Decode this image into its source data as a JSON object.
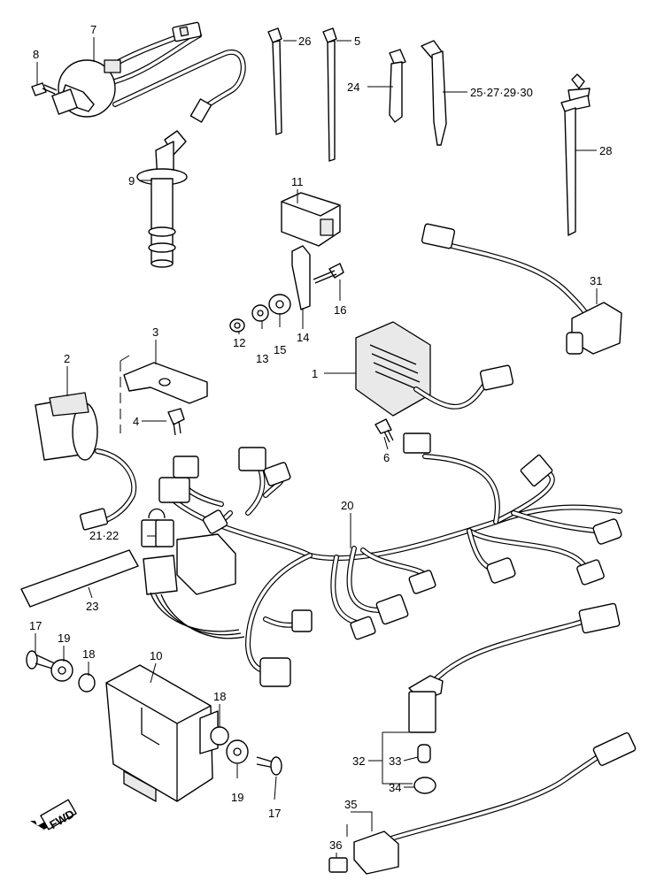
{
  "callouts": [
    {
      "id": "c8",
      "text": "8"
    },
    {
      "id": "c7",
      "text": "7"
    },
    {
      "id": "c26",
      "text": "26"
    },
    {
      "id": "c5",
      "text": "5"
    },
    {
      "id": "c24",
      "text": "24"
    },
    {
      "id": "c25",
      "text": "25·27·29·30"
    },
    {
      "id": "c28",
      "text": "28"
    },
    {
      "id": "c9",
      "text": "9"
    },
    {
      "id": "c11",
      "text": "11"
    },
    {
      "id": "c31",
      "text": "31"
    },
    {
      "id": "c16",
      "text": "16"
    },
    {
      "id": "c12",
      "text": "12"
    },
    {
      "id": "c13",
      "text": "13"
    },
    {
      "id": "c15",
      "text": "15"
    },
    {
      "id": "c14",
      "text": "14"
    },
    {
      "id": "c3",
      "text": "3"
    },
    {
      "id": "c2",
      "text": "2"
    },
    {
      "id": "c1",
      "text": "1"
    },
    {
      "id": "c4",
      "text": "4"
    },
    {
      "id": "c6",
      "text": "6"
    },
    {
      "id": "c20",
      "text": "20"
    },
    {
      "id": "c2122",
      "text": "21·22"
    },
    {
      "id": "c23",
      "text": "23"
    },
    {
      "id": "c17a",
      "text": "17"
    },
    {
      "id": "c19a",
      "text": "19"
    },
    {
      "id": "c18a",
      "text": "18"
    },
    {
      "id": "c10",
      "text": "10"
    },
    {
      "id": "c18b",
      "text": "18"
    },
    {
      "id": "c19b",
      "text": "19"
    },
    {
      "id": "c17b",
      "text": "17"
    },
    {
      "id": "c32",
      "text": "32"
    },
    {
      "id": "c33",
      "text": "33"
    },
    {
      "id": "c34",
      "text": "34"
    },
    {
      "id": "c35",
      "text": "35"
    },
    {
      "id": "c36",
      "text": "36"
    }
  ],
  "direction_marker": {
    "text": "FWD"
  }
}
